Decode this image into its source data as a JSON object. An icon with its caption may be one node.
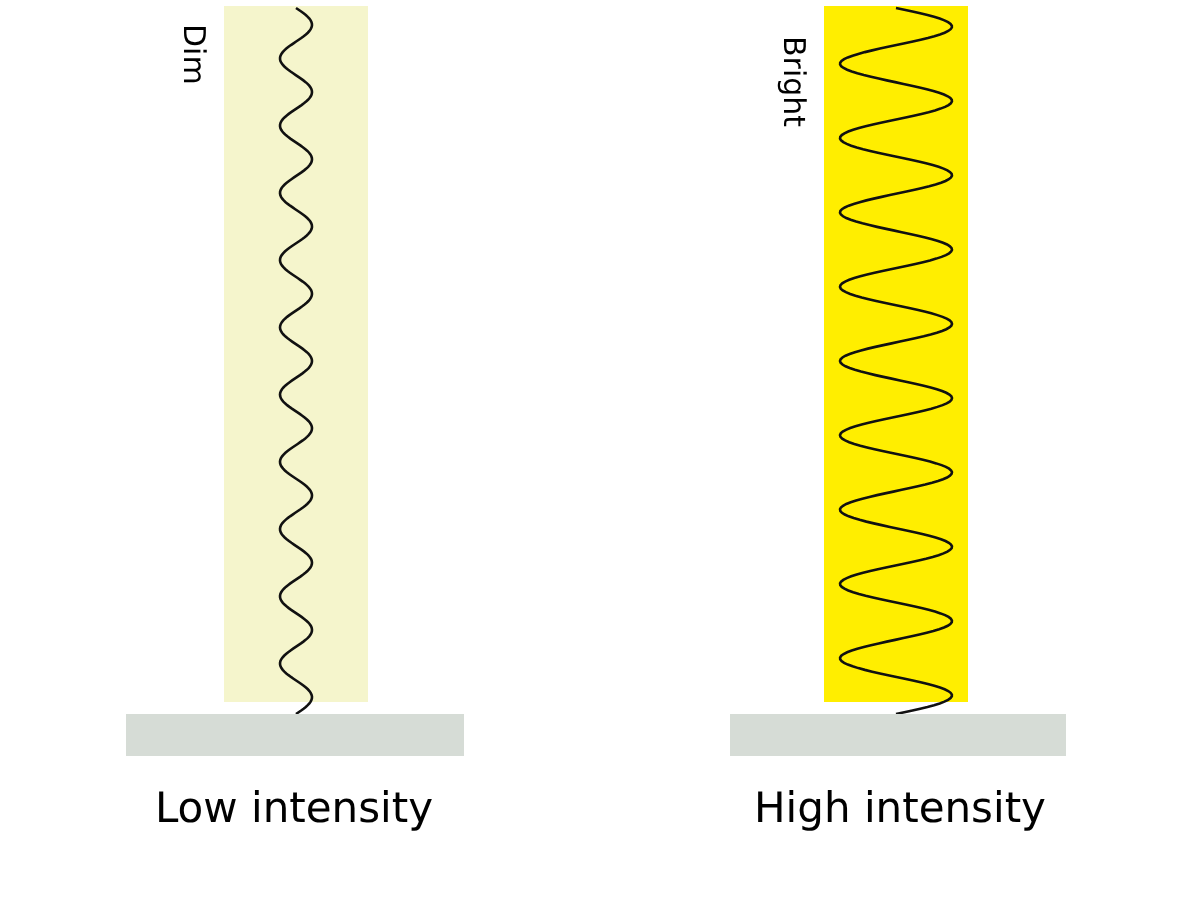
{
  "diagram": {
    "labels": [
      "Dim",
      "Bright",
      "Low intensity",
      "High intensity"
    ]
  }
}
